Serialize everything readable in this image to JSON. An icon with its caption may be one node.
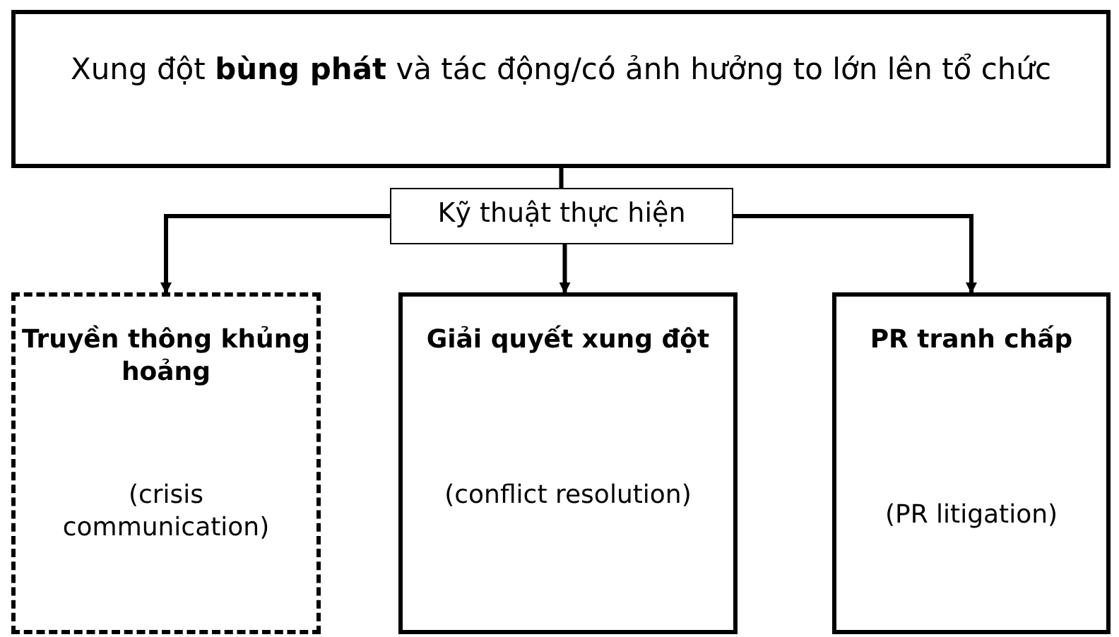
{
  "diagram": {
    "nodes": [
      {
        "text": [
          "Xung đột **bùng phát** và tác động/có ảnh hưởng to lớn lên tổ chức"
        ]
      },
      {
        "text": [
          "Kỹ thuật thực hiện"
        ]
      },
      {
        "text": [
          "Truyền thông khủng hoảng",
          "(crisis communication)"
        ]
      },
      {
        "text": [
          "Giải quyết xung đột",
          "(conflict resolution)"
        ]
      },
      {
        "text": [
          "PR tranh chấp",
          "(PR litigation)"
        ]
      }
    ],
    "edges": [
      {
        "from": 0,
        "to": 1,
        "arrow": "none"
      },
      {
        "from": 1,
        "to": 2,
        "arrow": "to"
      },
      {
        "from": 1,
        "to": 3,
        "arrow": "to"
      },
      {
        "from": 1,
        "to": 4,
        "arrow": "to"
      }
    ]
  }
}
